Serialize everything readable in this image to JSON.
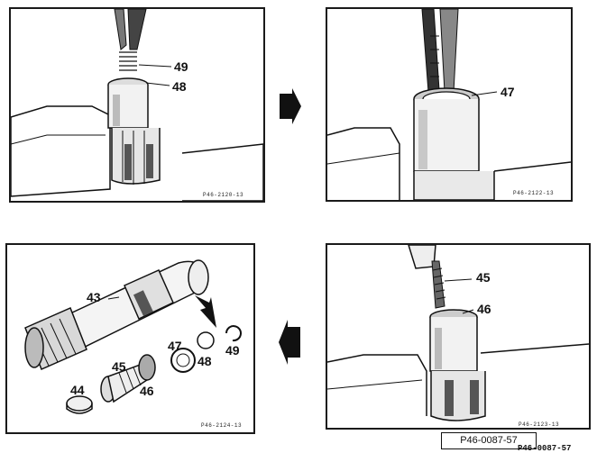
{
  "panels": [
    {
      "id": "p1",
      "ref": "P46-2120-13",
      "callouts": [
        "49",
        "48"
      ]
    },
    {
      "id": "p2",
      "ref": "P46-2122-13",
      "callouts": [
        "47"
      ]
    },
    {
      "id": "p3",
      "ref": "P46-2124-13",
      "callouts": [
        "43",
        "47",
        "49",
        "48",
        "45",
        "46",
        "44"
      ]
    },
    {
      "id": "p4",
      "ref": "P46-2123-13",
      "callouts": [
        "45",
        "46"
      ]
    }
  ],
  "caption": {
    "boxed": "P46-0087-57",
    "plain": "P46-0087-57"
  },
  "icons": [
    "arrow-right-icon",
    "arrow-left-icon"
  ]
}
